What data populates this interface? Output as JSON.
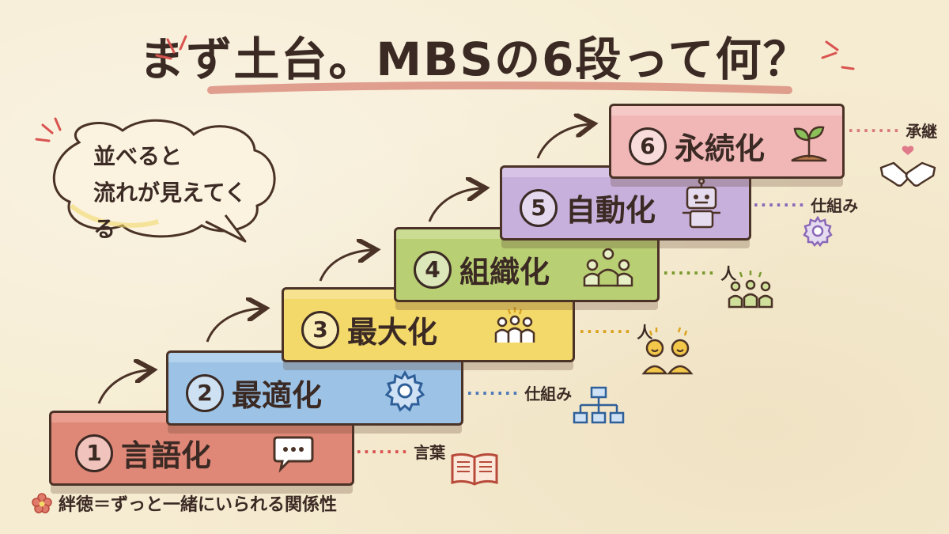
{
  "title": "まず土台。MBSの6段って何？",
  "bubble": {
    "line1": "並べると",
    "line2": "流れが見えてくる"
  },
  "steps": [
    {
      "num": "1",
      "label": "言語化",
      "side": "言葉",
      "color": "#e08878",
      "icon": "speech-bubble-icon",
      "side_icon": "book-icon",
      "dot_color": "#d9534f"
    },
    {
      "num": "2",
      "label": "最適化",
      "side": "仕組み",
      "color": "#9cc3e6",
      "icon": "gear-icon",
      "side_icon": "org-chart-icon",
      "dot_color": "#4a78b8"
    },
    {
      "num": "3",
      "label": "最大化",
      "side": "人",
      "color": "#f3d86a",
      "icon": "people-group-icon",
      "side_icon": "smiling-people-icon",
      "dot_color": "#d9a320"
    },
    {
      "num": "4",
      "label": "組織化",
      "side": "人",
      "color": "#b9cf74",
      "icon": "team-icon",
      "side_icon": "people-group-icon",
      "dot_color": "#7a9a2e"
    },
    {
      "num": "5",
      "label": "自動化",
      "side": "仕組み",
      "color": "#c7b0dc",
      "icon": "robot-icon",
      "side_icon": "gear-icon",
      "dot_color": "#8a68b8"
    },
    {
      "num": "6",
      "label": "永続化",
      "side": "承継",
      "color": "#f1b7b7",
      "icon": "sprout-icon",
      "side_icon": "handshake-icon",
      "dot_color": "#d97a7a"
    }
  ],
  "footer": "絆徳＝ずっと一緒にいられる関係性"
}
